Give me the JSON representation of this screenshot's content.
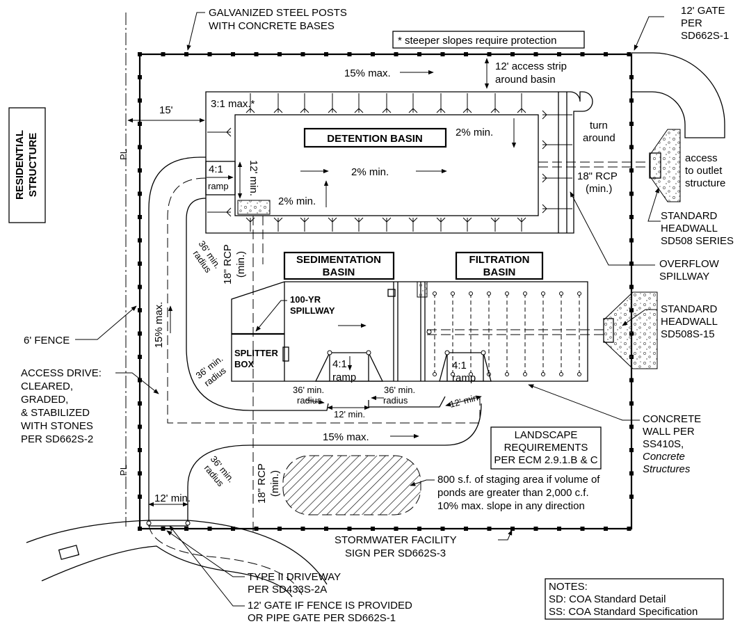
{
  "labels": {
    "residential_1": "RESIDENTIAL",
    "residential_2": "STRUCTURE",
    "posts_1": "GALVANIZED STEEL POSTS",
    "posts_2": "WITH CONCRETE BASES",
    "steeper": "* steeper slopes require protection",
    "gate_top_1": "12' GATE",
    "gate_top_2": "PER",
    "gate_top_3": "SD662S-1",
    "slope_15_top": "15% max.",
    "access_strip_1": "12' access strip",
    "access_strip_2": "around basin",
    "dim_15": "15'",
    "slope_31": "3:1 max.*",
    "detention_basin": "DETENTION BASIN",
    "slope_2_a": "2% min.",
    "slope_2_b": "2% min.",
    "slope_2_c": "2% min.",
    "turn_around_1": "turn",
    "turn_around_2": "around",
    "access_outlet_1": "access",
    "access_outlet_2": "to outlet",
    "access_outlet_3": "structure",
    "ramp_41_top_1": "4:1",
    "ramp_41_top_2": "ramp",
    "dim_12_vert": "12' min.",
    "rcp_right_1": "18\" RCP",
    "rcp_right_2": "(min.)",
    "headwall_top_1": "STANDARD",
    "headwall_top_2": "HEADWALL",
    "headwall_top_3": "SD508 SERIES",
    "radius_36_a_1": "36' min.",
    "radius_36_a_2": "radius",
    "rcp_mid_1": "18\" RCP",
    "rcp_mid_2": "(min.)",
    "sedimentation_1": "SEDIMENTATION",
    "sedimentation_2": "BASIN",
    "filtration_1": "FILTRATION",
    "filtration_2": "BASIN",
    "overflow_1": "OVERFLOW",
    "overflow_2": "SPILLWAY",
    "spillway_100_1": "100-YR",
    "spillway_100_2": "SPILLWAY",
    "headwall_right_1": "STANDARD",
    "headwall_right_2": "HEADWALL",
    "headwall_right_3": "SD508S-15",
    "slope_15_left": "15% max.",
    "fence_6": "6' FENCE",
    "splitter_1": "SPLITTER",
    "splitter_2": "BOX",
    "ramp_41_a_1": "4:1",
    "ramp_41_a_2": "ramp",
    "ramp_41_b_1": "4:1",
    "ramp_41_b_2": "ramp",
    "radius_36_b_1": "36' min.",
    "radius_36_b_2": "radius",
    "access_drive_1": "ACCESS DRIVE:",
    "access_drive_2": "CLEARED,",
    "access_drive_3": "GRADED,",
    "access_drive_4": "& STABILIZED",
    "access_drive_5": "WITH STONES",
    "access_drive_6": "PER SD662S-2",
    "radius_36_c_1": "36' min.",
    "radius_36_c_2": "radius",
    "radius_36_d_1": "36' min.",
    "radius_36_d_2": "radius",
    "dim_12_a": "12' min.",
    "dim_12_b": "12' min.",
    "concrete_wall_1": "CONCRETE",
    "concrete_wall_2": "WALL PER",
    "concrete_wall_3": "SS410S,",
    "concrete_wall_4": "Concrete",
    "concrete_wall_5": "Structures",
    "slope_15_bottom": "15% max.",
    "landscape_1": "LANDSCAPE",
    "landscape_2": "REQUIREMENTS",
    "landscape_3": "PER ECM 2.9.1.B & C",
    "radius_36_e_1": "36' min.",
    "radius_36_e_2": "radius",
    "rcp_bottom_1": "18\" RCP",
    "rcp_bottom_2": "(min.)",
    "staging_1": "800 s.f. of staging area if volume of",
    "staging_2": "ponds are greater than 2,000 c.f.",
    "staging_3": "10% max. slope in any direction",
    "dim_12_drive": "12' min.",
    "sign_1": "STORMWATER FACILITY",
    "sign_2": "SIGN PER SD662S-3",
    "driveway_1": "TYPE II DRIVEWAY",
    "driveway_2": "PER SD433S-2A",
    "gate_bottom_1": "12' GATE IF FENCE IS PROVIDED",
    "gate_bottom_2": "OR PIPE GATE PER SD662S-1",
    "notes_1": "NOTES:",
    "notes_2": "SD: COA Standard Detail",
    "notes_3": "SS: COA Standard Specification",
    "pl_a": "PL",
    "pl_b": "PL"
  }
}
